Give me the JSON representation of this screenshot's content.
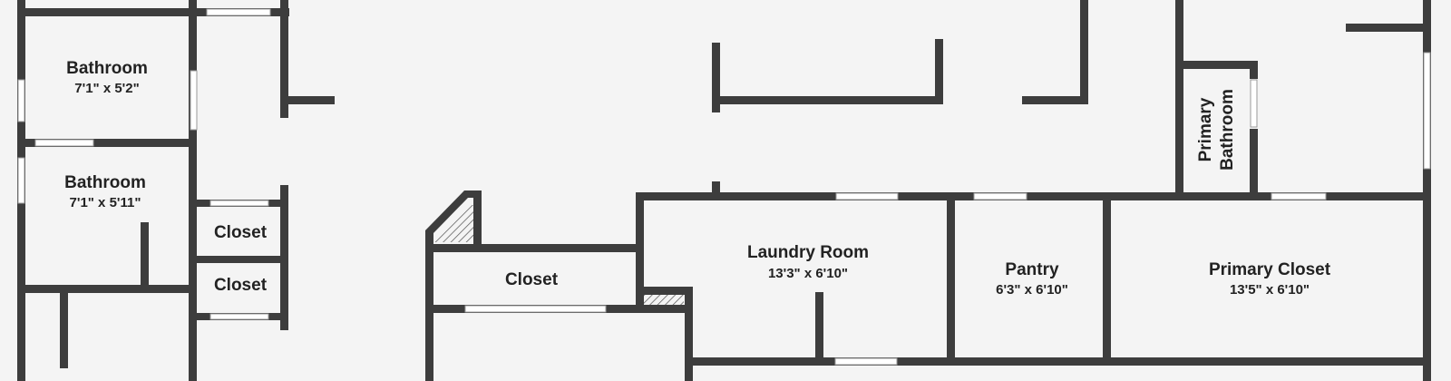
{
  "rooms": [
    {
      "id": "bathroom-1",
      "name": "Bathroom",
      "dims": "7'1\" x 5'2\""
    },
    {
      "id": "bathroom-2",
      "name": "Bathroom",
      "dims": "7'1\" x 5'11\""
    },
    {
      "id": "closet-1",
      "name": "Closet"
    },
    {
      "id": "closet-2",
      "name": "Closet"
    },
    {
      "id": "closet-3",
      "name": "Closet"
    },
    {
      "id": "laundry-room",
      "name": "Laundry Room",
      "dims": "13'3\" x 6'10\""
    },
    {
      "id": "pantry",
      "name": "Pantry",
      "dims": "6'3\" x 6'10\""
    },
    {
      "id": "primary-closet",
      "name": "Primary Closet",
      "dims": "13'5\" x 6'10\""
    },
    {
      "id": "primary-bathroom",
      "name_line1": "Primary",
      "name_line2": "Bathroom"
    }
  ],
  "colors": {
    "background": "#f4f4f4",
    "wall": "#3d3d3d",
    "window": "#ffffff",
    "text": "#222222"
  }
}
